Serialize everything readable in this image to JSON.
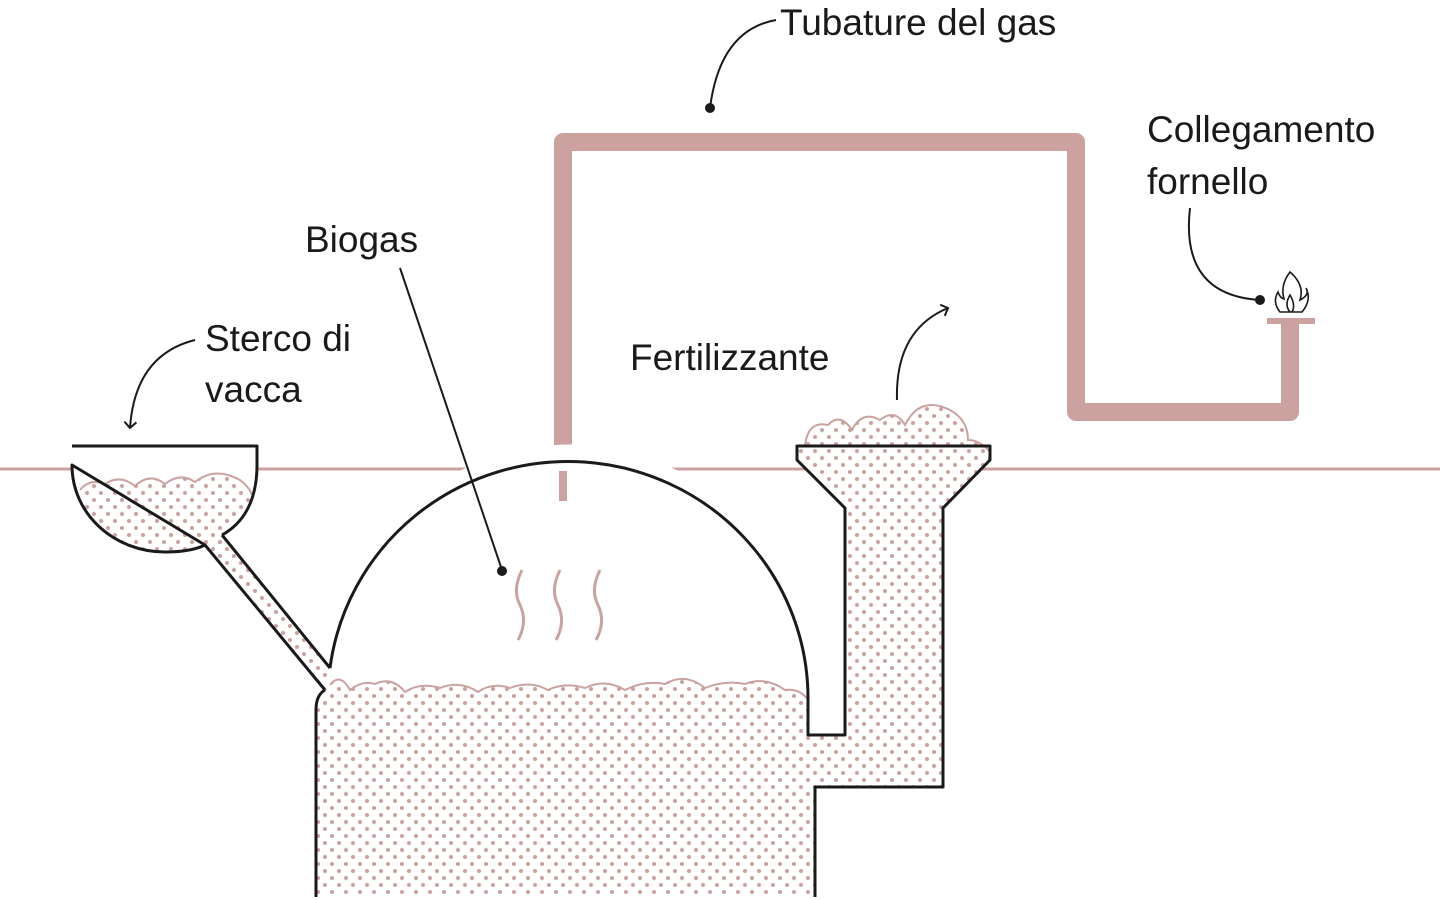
{
  "labels": {
    "gas_pipe": "Tubature del gas",
    "stove_line1": "Collegamento",
    "stove_line2": "fornello",
    "biogas": "Biogas",
    "manure_line1": "Sterco di",
    "manure_line2": "vacca",
    "fertilizer": "Fertilizzante"
  },
  "colors": {
    "pink": "#cba29f",
    "outline": "#1a1a1a",
    "background": "#ffffff"
  }
}
